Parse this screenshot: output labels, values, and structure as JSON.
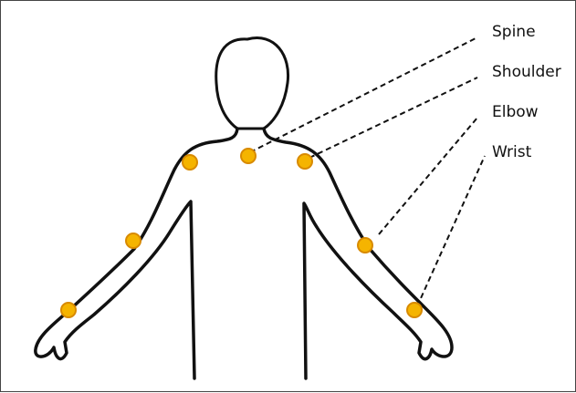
{
  "labels": {
    "spine": "Spine",
    "shoulder": "Shoulder",
    "elbow": "Elbow",
    "wrist": "Wrist"
  },
  "colors": {
    "joint_fill": "#f5b400",
    "joint_stroke": "#d88a00",
    "outline": "#111111",
    "leader": "#111111"
  },
  "joints": [
    "spine",
    "left-shoulder",
    "right-shoulder",
    "left-elbow",
    "right-elbow",
    "left-wrist",
    "right-wrist"
  ]
}
